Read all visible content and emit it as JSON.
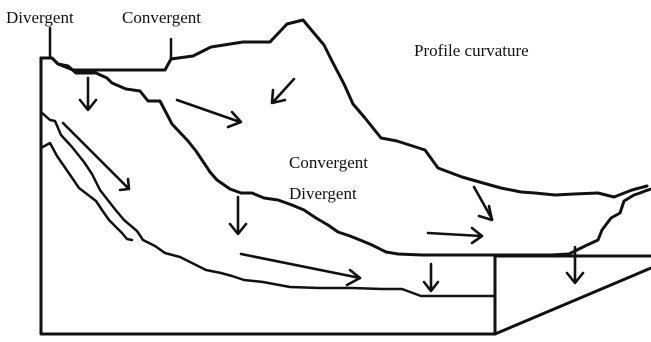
{
  "labels": {
    "divergent_top": "Divergent",
    "convergent_top": "Convergent",
    "profile_curvature": "Profile curvature",
    "convergent_center": "Convergent",
    "divergent_center": "Divergent"
  },
  "style": {
    "ink_color": "#111111",
    "background_color": "#ffffff"
  }
}
